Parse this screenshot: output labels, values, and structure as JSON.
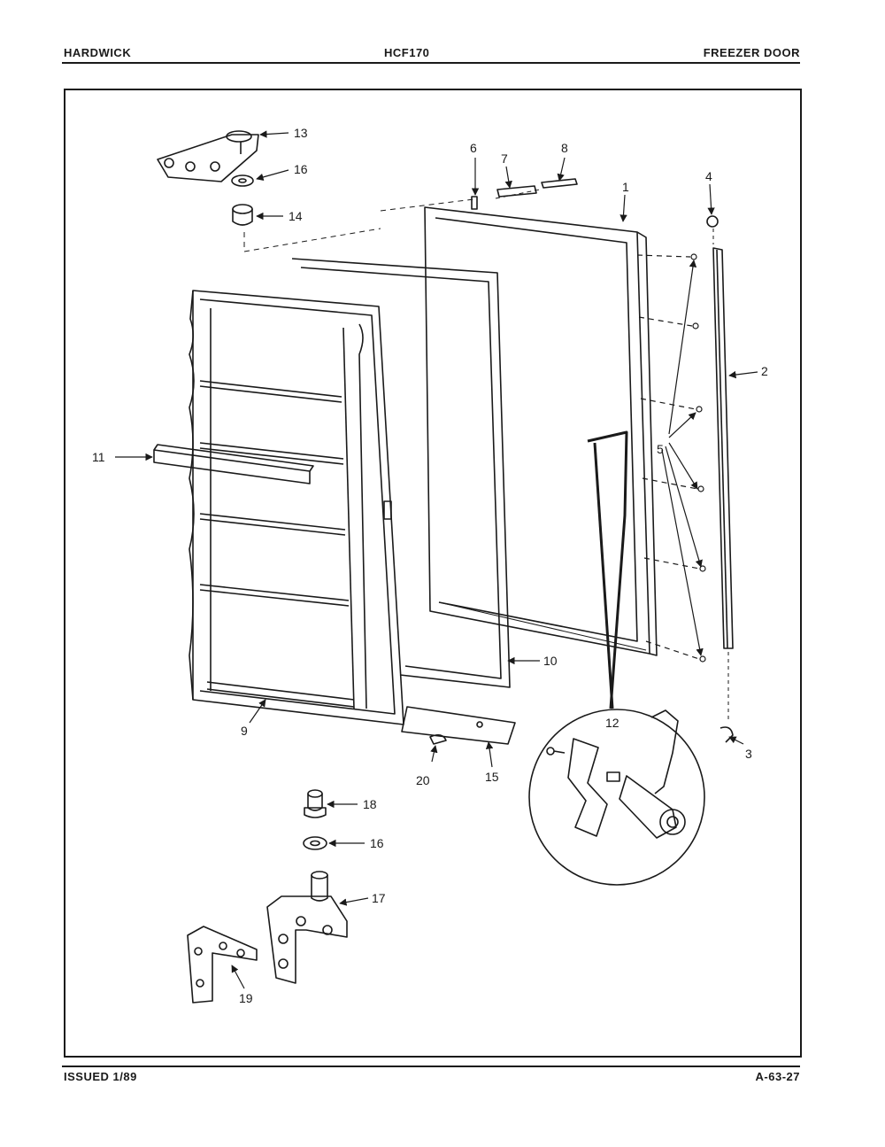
{
  "header": {
    "brand": "HARDWICK",
    "model": "HCF170",
    "section": "FREEZER DOOR"
  },
  "footer": {
    "issued": "ISSUED 1/89",
    "page_code": "A-63-27"
  },
  "callouts": {
    "c1": "1",
    "c2": "2",
    "c3": "3",
    "c4": "4",
    "c5": "5",
    "c6": "6",
    "c7": "7",
    "c8": "8",
    "c9": "9",
    "c10": "10",
    "c11": "11",
    "c12": "12",
    "c13": "13",
    "c14": "14",
    "c15": "15",
    "c16a": "16",
    "c16b": "16",
    "c17": "17",
    "c18": "18",
    "c19": "19",
    "c20": "20"
  }
}
